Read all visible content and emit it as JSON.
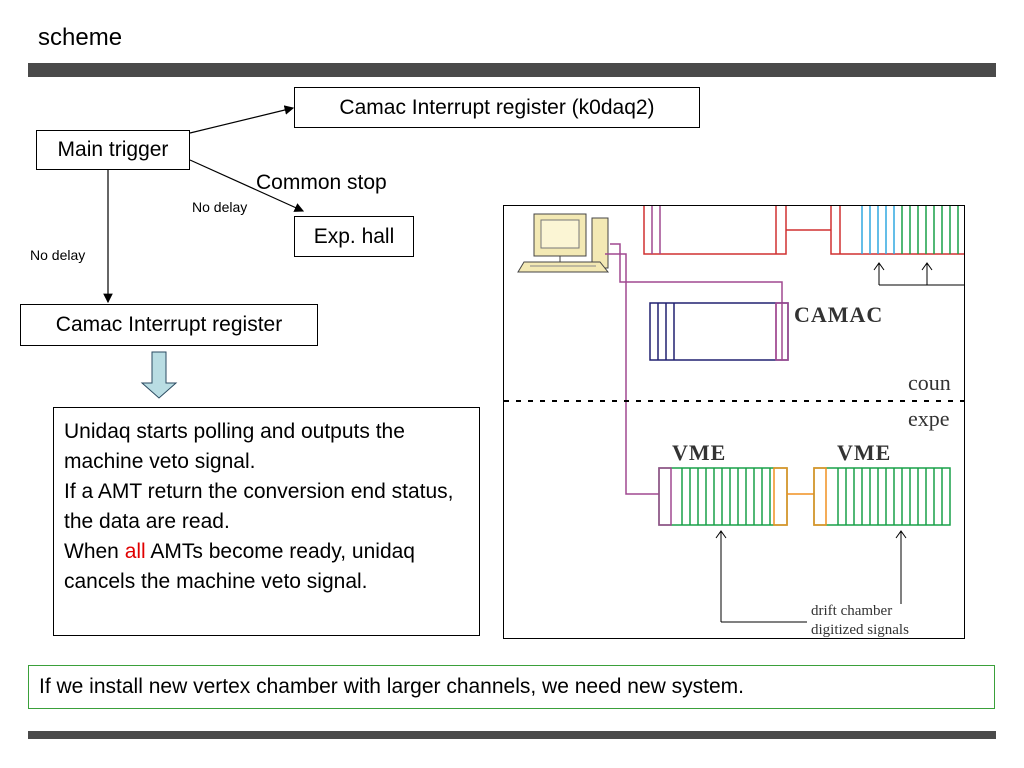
{
  "slide": {
    "title": "scheme",
    "colors": {
      "header_bar": "#4a4a4a",
      "highlight": "#e00000",
      "footer_border": "#3aa03a",
      "arrow_fill": "#b9dde3"
    }
  },
  "flow": {
    "main_trigger": "Main trigger",
    "camac_k0daq2": "Camac Interrupt register (k0daq2)",
    "common_stop": "Common stop",
    "no_delay_right": "No delay",
    "exp_hall": "Exp. hall",
    "no_delay_left": "No delay",
    "camac_register": "Camac Interrupt register"
  },
  "explanation": {
    "line1": "Unidaq starts polling and outputs the machine veto signal.",
    "line2": "If a AMT return the conversion end status, the data are read.",
    "line3_pre": "When ",
    "line3_highlight": "all",
    "line3_post": " AMTs become ready, unidaq cancels the machine veto signal."
  },
  "system_diagram": {
    "camac_label": "CAMAC",
    "counting_room_label": "coun",
    "experimental_hall_label": "expe",
    "vme_left_label": "VME",
    "vme_right_label": "VME",
    "drift_chamber_line1": "drift chamber",
    "drift_chamber_line2": "digitized  signals",
    "colors": {
      "red": "#d03030",
      "blue": "#30a8e0",
      "green": "#18a048",
      "purple": "#a04890",
      "navy": "#202070",
      "orange": "#f09020"
    }
  },
  "footer": {
    "text": "If we install new vertex chamber with larger channels, we need new system."
  }
}
